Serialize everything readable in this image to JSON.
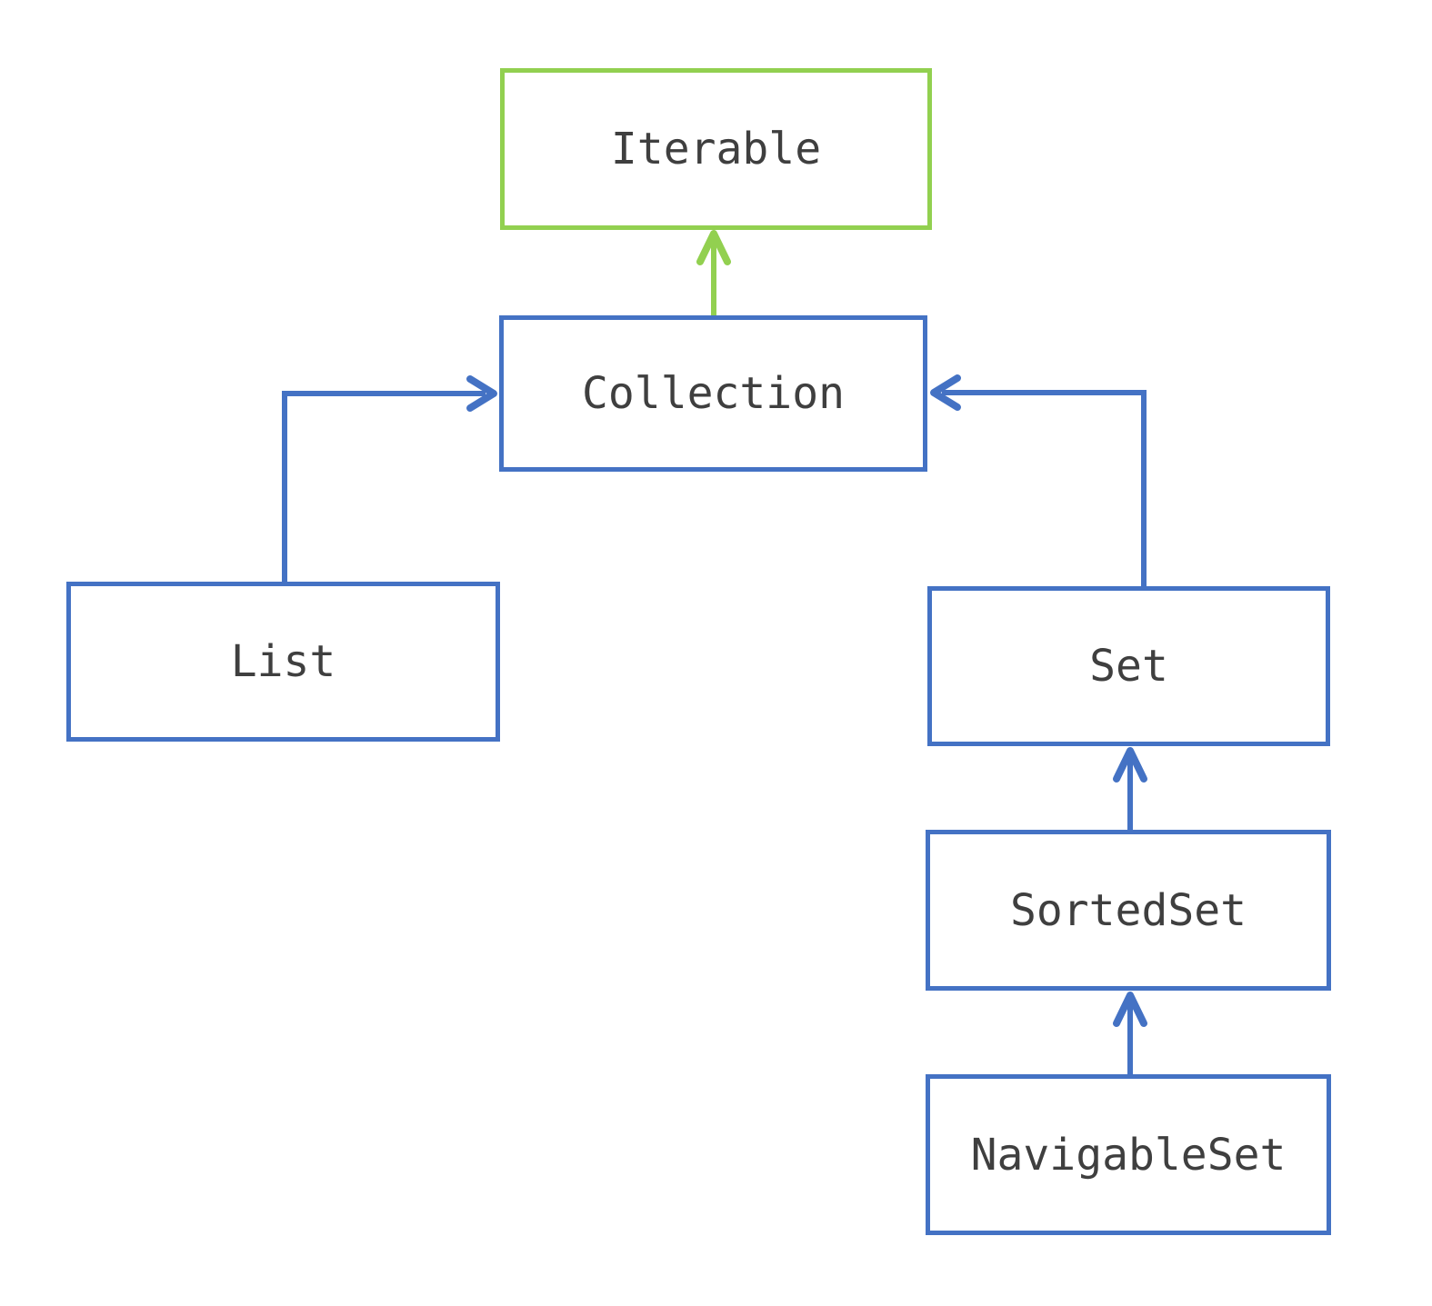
{
  "colors": {
    "node_blue": "#4472c4",
    "node_green": "#92d050",
    "text": "#3f3f3f",
    "background": "#ffffff"
  },
  "nodes": {
    "iterable": {
      "label": "Iterable"
    },
    "collection": {
      "label": "Collection"
    },
    "list": {
      "label": "List"
    },
    "set": {
      "label": "Set"
    },
    "sortedset": {
      "label": "SortedSet"
    },
    "navigableset": {
      "label": "NavigableSet"
    }
  },
  "edges": [
    {
      "from": "collection",
      "to": "iterable",
      "color": "green"
    },
    {
      "from": "list",
      "to": "collection",
      "color": "blue"
    },
    {
      "from": "set",
      "to": "collection",
      "color": "blue"
    },
    {
      "from": "sortedset",
      "to": "set",
      "color": "blue"
    },
    {
      "from": "navigableset",
      "to": "sortedset",
      "color": "blue"
    }
  ]
}
